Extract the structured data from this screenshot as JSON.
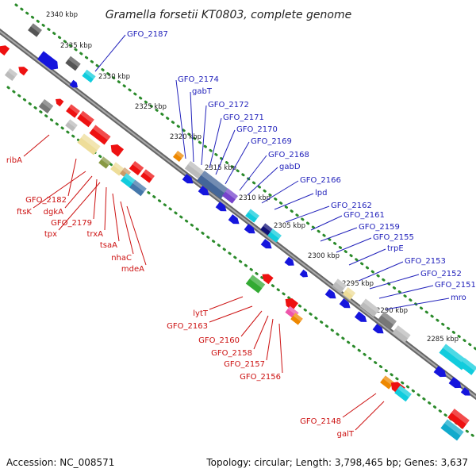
{
  "title": "Gramella forsetii KT0803, complete genome",
  "footer": {
    "accession": "Accession: NC_008571",
    "topology": "Topology: circular; Length: 3,798,465 bp; Genes: 3,637"
  },
  "colors": {
    "backbone": "#888888",
    "forward_strand": "#1515dd",
    "reverse_strand": "#ee1111",
    "label_forward": "#2222bb",
    "label_reverse": "#cc1111",
    "guide_dots": "#2a8a2a"
  },
  "ticks": [
    "2340 kbp",
    "2335 kbp",
    "2330 kbp",
    "2325 kbp",
    "2320 kbp",
    "2315 kbp",
    "2310 kbp",
    "2305 kbp",
    "2300 kbp",
    "2295 kbp",
    "2290 kbp",
    "2285 kbp"
  ],
  "forward_labels": [
    "GFO_2187",
    "GFO_2174",
    "gabT",
    "GFO_2172",
    "GFO_2171",
    "GFO_2170",
    "GFO_2169",
    "GFO_2168",
    "gabD",
    "GFO_2166",
    "lpd",
    "GFO_2162",
    "GFO_2161",
    "GFO_2159",
    "GFO_2155",
    "trpE",
    "GFO_2153",
    "GFO_2152",
    "GFO_2151",
    "mro"
  ],
  "reverse_labels": [
    "ribA",
    "GFO_2182",
    "ftsK",
    "dgkA",
    "GFO_2179",
    "tpx",
    "trxA",
    "tsaA",
    "nhaC",
    "mdeA",
    "lytT",
    "GFO_2163",
    "GFO_2160",
    "GFO_2158",
    "GFO_2157",
    "GFO_2156",
    "GFO_2148",
    "galT"
  ]
}
